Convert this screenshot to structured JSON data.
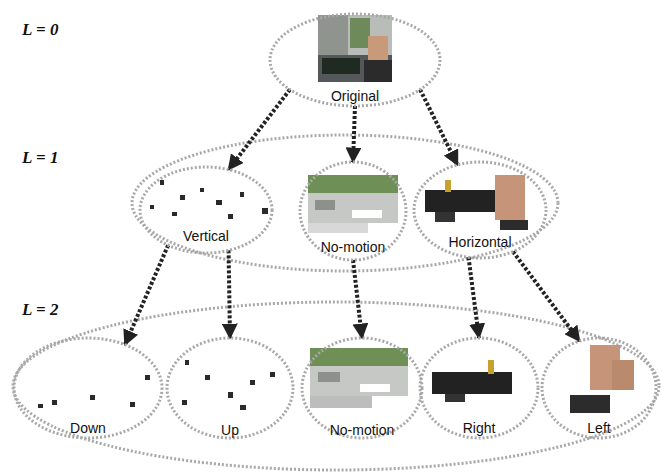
{
  "diagram": {
    "nodes": [
      {
        "text": [
          "Original"
        ]
      },
      {
        "text": [
          "Vertical"
        ]
      },
      {
        "text": [
          "No-motion"
        ]
      },
      {
        "text": [
          "Horizontal"
        ]
      },
      {
        "text": [
          "Down"
        ]
      },
      {
        "text": [
          "Up"
        ]
      },
      {
        "text": [
          "No-motion"
        ]
      },
      {
        "text": [
          "Right"
        ]
      },
      {
        "text": [
          "Left"
        ]
      }
    ],
    "edges": [
      {
        "from": 0,
        "to": 1,
        "arrow": "to"
      },
      {
        "from": 0,
        "to": 2,
        "arrow": "to"
      },
      {
        "from": 0,
        "to": 3,
        "arrow": "to"
      },
      {
        "from": 1,
        "to": 4,
        "arrow": "to"
      },
      {
        "from": 1,
        "to": 5,
        "arrow": "to"
      },
      {
        "from": 2,
        "to": 6,
        "arrow": "to"
      },
      {
        "from": 3,
        "to": 7,
        "arrow": "to"
      },
      {
        "from": 3,
        "to": 8,
        "arrow": "to"
      }
    ],
    "labels": [
      "L = 0",
      "L = 1",
      "L = 2"
    ]
  }
}
